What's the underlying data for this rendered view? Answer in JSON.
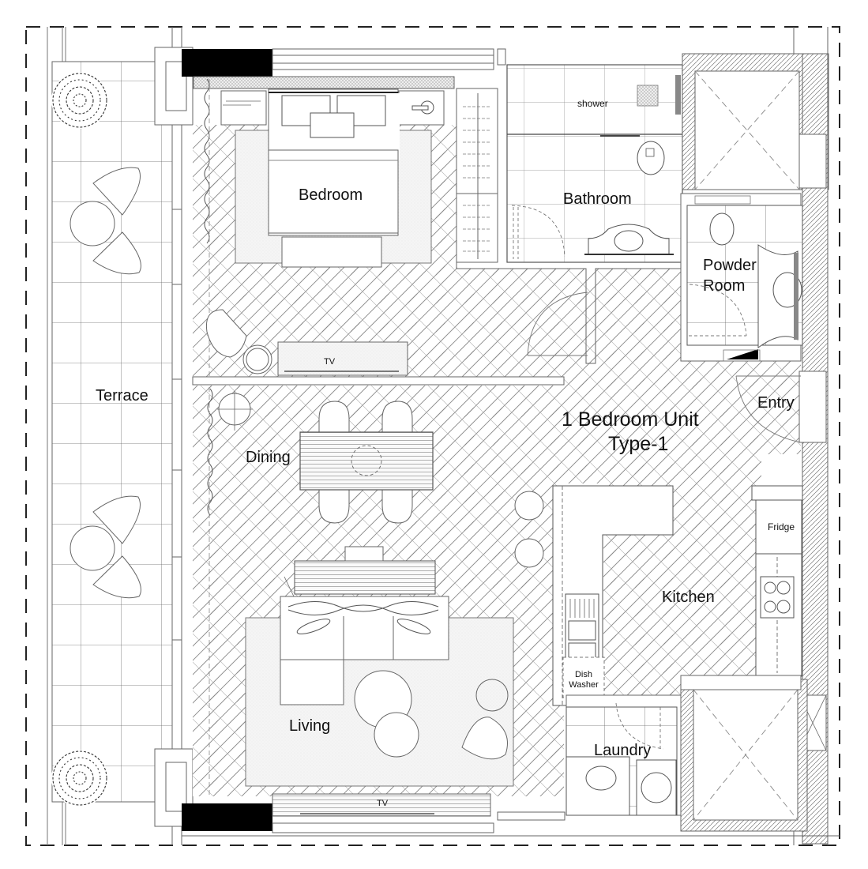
{
  "plan": {
    "title_line1": "1 Bedroom Unit",
    "title_line2": "Type-1",
    "colors": {
      "line": "#444444",
      "light_line": "#9a9a9a",
      "column": "#000000",
      "background": "#ffffff",
      "rug": "#f2f2f2"
    }
  },
  "rooms": {
    "terrace": "Terrace",
    "bedroom": "Bedroom",
    "bathroom": "Bathroom",
    "shower": "shower",
    "powder_room_line1": "Powder",
    "powder_room_line2": "Room",
    "entry": "Entry",
    "dining": "Dining",
    "living": "Living",
    "kitchen": "Kitchen",
    "laundry": "Laundry"
  },
  "fixtures": {
    "bedroom_tv": "TV",
    "living_tv": "TV",
    "fridge": "Fridge",
    "dishwasher_line1": "Dish",
    "dishwasher_line2": "Washer"
  }
}
